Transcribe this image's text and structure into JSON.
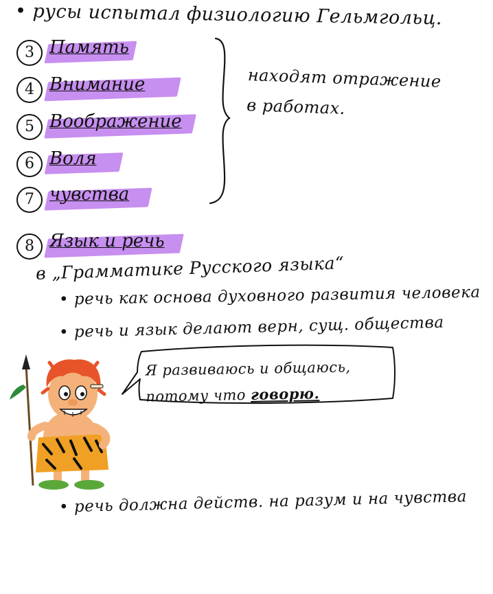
{
  "intro_line": "• русы испытал физиологию Гельмгольц.",
  "list_items": [
    {
      "number": "3",
      "label": "Память"
    },
    {
      "number": "4",
      "label": "Внимание"
    },
    {
      "number": "5",
      "label": "Воображение"
    },
    {
      "number": "6",
      "label": "Воля"
    },
    {
      "number": "7",
      "label": "чувства"
    },
    {
      "number": "8",
      "label": "Язык и речь"
    }
  ],
  "brace_note": [
    "находят отражение",
    "в работах."
  ],
  "grammar_heading": "в „Грамматике Русского языка“",
  "bullets": [
    "• речь как основа духовного развития человека",
    "• речь и язык делают верн, сущ. общества",
    "• речь должна действ. на разум и на чувства"
  ],
  "speech_bubble": {
    "line1": "Я развиваюсь и общаюсь,",
    "line2_prefix": "потому что ",
    "line2_emphasis": "говорю."
  },
  "colors": {
    "highlight": "#c78ff0",
    "ink": "#121212"
  }
}
